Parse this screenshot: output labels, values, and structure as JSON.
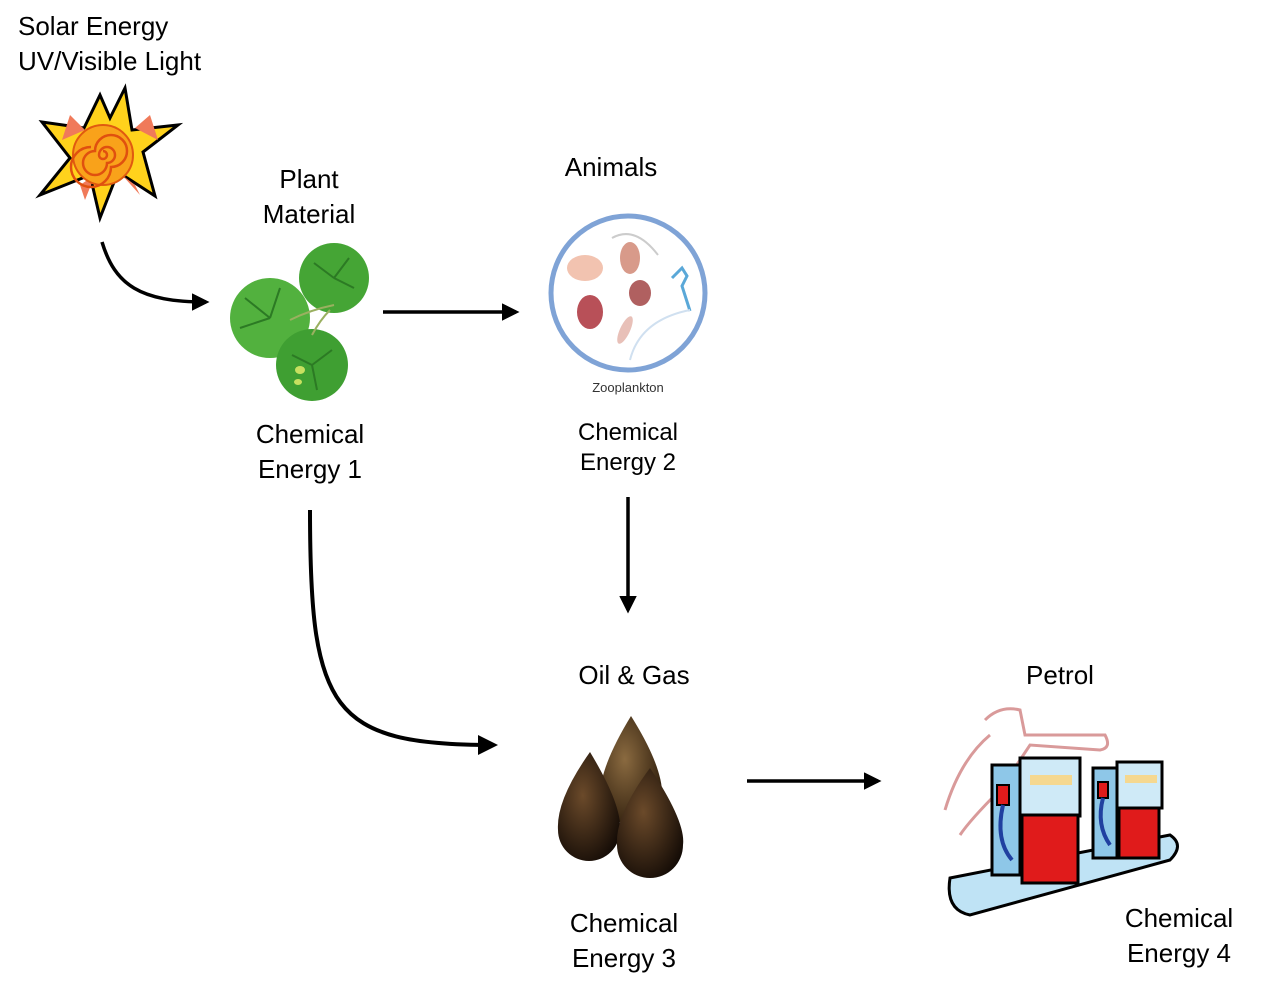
{
  "solar": {
    "line1": "Solar Energy",
    "line2": "UV/Visible Light",
    "icon": "sun-icon"
  },
  "plant": {
    "title1": "Plant",
    "title2": "Material",
    "energy1": "Chemical",
    "energy2": "Energy 1",
    "icon": "plant-leaves-icon"
  },
  "animals": {
    "title": "Animals",
    "image_caption": "Zooplankton",
    "energy1": "Chemical",
    "energy2": "Energy 2",
    "icon": "zooplankton-icon"
  },
  "oil": {
    "title": "Oil & Gas",
    "energy1": "Chemical",
    "energy2": "Energy 3",
    "icon": "oil-drops-icon"
  },
  "petrol": {
    "title": "Petrol",
    "energy1": "Chemical",
    "energy2": "Energy 4",
    "icon": "fuel-pump-icon"
  },
  "colors": {
    "arrow": "#000000",
    "zoo_ring": "#7fa3d6",
    "pump_red": "#e01b1b",
    "pump_blue": "#bfe3f5",
    "leaf": "#4fae3a"
  }
}
